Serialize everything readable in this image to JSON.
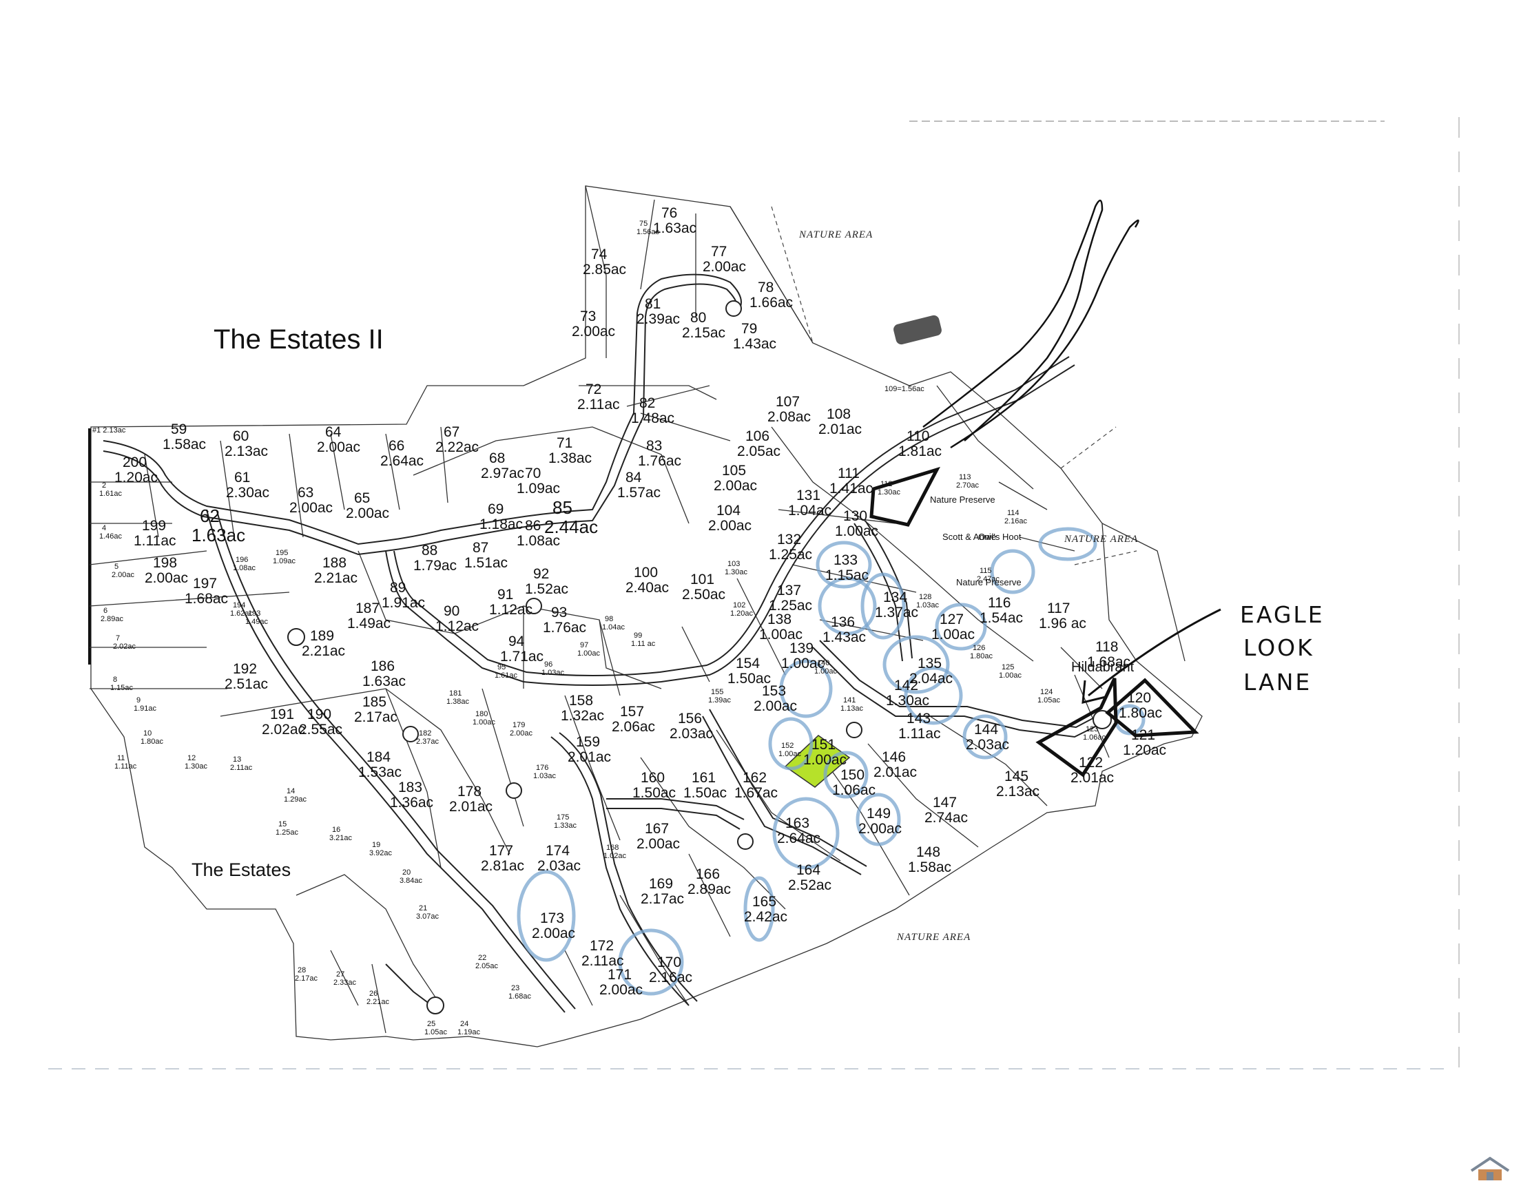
{
  "map": {
    "titles": {
      "estates2": "The Estates II",
      "estates": "The Estates"
    },
    "nature_labels": [
      "NATURE AREA",
      "NATURE AREA",
      "NATURE AREA"
    ],
    "handwritten": [
      "EAGLE",
      "LOOK",
      "LANE"
    ],
    "highlight_color": "#b6e12a",
    "circle_color": "#7aa6cf",
    "lots": [
      {
        "n": "75",
        "a": "1.56ac",
        "size": "small"
      },
      {
        "n": "76",
        "a": "1.63ac"
      },
      {
        "n": "74",
        "a": "2.85ac"
      },
      {
        "n": "77",
        "a": "2.00ac"
      },
      {
        "n": "78",
        "a": "1.66ac"
      },
      {
        "n": "81",
        "a": "2.39ac"
      },
      {
        "n": "80",
        "a": "2.15ac"
      },
      {
        "n": "79",
        "a": "1.43ac"
      },
      {
        "n": "73",
        "a": "2.00ac"
      },
      {
        "n": "72",
        "a": "2.11ac"
      },
      {
        "n": "82",
        "a": "1.48ac"
      },
      {
        "n": "107",
        "a": "2.08ac"
      },
      {
        "n": "108",
        "a": "2.01ac"
      },
      {
        "n": "109=1.56ac",
        "a": "",
        "size": "small"
      },
      {
        "n": "106",
        "a": "2.05ac"
      },
      {
        "n": "110",
        "a": "1.81ac"
      },
      {
        "n": "59",
        "a": "1.58ac"
      },
      {
        "n": "60",
        "a": "2.13ac"
      },
      {
        "n": "64",
        "a": "2.00ac"
      },
      {
        "n": "66",
        "a": "2.64ac"
      },
      {
        "n": "67",
        "a": "2.22ac"
      },
      {
        "n": "68",
        "a": "2.97ac"
      },
      {
        "n": "71",
        "a": "1.38ac"
      },
      {
        "n": "83",
        "a": "1.76ac"
      },
      {
        "n": "105",
        "a": "2.00ac"
      },
      {
        "n": "111",
        "a": "1.41ac"
      },
      {
        "n": "112",
        "a": "1.30ac",
        "size": "small"
      },
      {
        "n": "113",
        "a": "2.70ac",
        "size": "small"
      },
      {
        "n": "200",
        "a": "1.20ac"
      },
      {
        "n": "2",
        "a": "1.61ac",
        "size": "small"
      },
      {
        "n": "61",
        "a": "2.30ac"
      },
      {
        "n": "63",
        "a": "2.00ac"
      },
      {
        "n": "65",
        "a": "2.00ac"
      },
      {
        "n": "70",
        "a": "1.09ac"
      },
      {
        "n": "84",
        "a": "1.57ac"
      },
      {
        "n": "69",
        "a": "1.18ac"
      },
      {
        "n": "104",
        "a": "2.00ac"
      },
      {
        "n": "131",
        "a": "1.04ac"
      },
      {
        "n": "130",
        "a": "1.00ac"
      },
      {
        "n": "114",
        "a": "2.16ac",
        "size": "small"
      },
      {
        "n": "4",
        "a": "1.46ac",
        "size": "small"
      },
      {
        "n": "199",
        "a": "1.11ac"
      },
      {
        "n": "62",
        "a": "1.63ac",
        "size": "big"
      },
      {
        "n": "85",
        "a": "2.44ac",
        "size": "big"
      },
      {
        "n": "86",
        "a": "1.08ac"
      },
      {
        "n": "132",
        "a": "1.25ac"
      },
      {
        "n": "133",
        "a": "1.15ac"
      },
      {
        "n": "5",
        "a": "2.00ac",
        "size": "small"
      },
      {
        "n": "198",
        "a": "2.00ac"
      },
      {
        "n": "196",
        "a": "1.08ac",
        "size": "small"
      },
      {
        "n": "195",
        "a": "1.09ac",
        "size": "small"
      },
      {
        "n": "188",
        "a": "2.21ac"
      },
      {
        "n": "88",
        "a": "1.79ac"
      },
      {
        "n": "87",
        "a": "1.51ac"
      },
      {
        "n": "92",
        "a": "1.52ac"
      },
      {
        "n": "100",
        "a": "2.40ac"
      },
      {
        "n": "101",
        "a": "2.50ac"
      },
      {
        "n": "103",
        "a": "1.30ac",
        "size": "small"
      },
      {
        "n": "115",
        "a": "2.47ac",
        "size": "small"
      },
      {
        "n": "197",
        "a": "1.68ac"
      },
      {
        "n": "89",
        "a": "1.91ac"
      },
      {
        "n": "91",
        "a": "1.12ac"
      },
      {
        "n": "93",
        "a": "1.76ac"
      },
      {
        "n": "137",
        "a": "1.25ac"
      },
      {
        "n": "134",
        "a": "1.37ac"
      },
      {
        "n": "128",
        "a": "1.03ac",
        "size": "small"
      },
      {
        "n": "116",
        "a": "1.54ac"
      },
      {
        "n": "117",
        "a": "1.96 ac"
      },
      {
        "n": "6",
        "a": "2.89ac",
        "size": "small"
      },
      {
        "n": "194",
        "a": "1.62ac",
        "size": "small"
      },
      {
        "n": "187",
        "a": "1.49ac"
      },
      {
        "n": "90",
        "a": "1.12ac"
      },
      {
        "n": "102",
        "a": "1.20ac",
        "size": "small"
      },
      {
        "n": "138",
        "a": "1.00ac"
      },
      {
        "n": "136",
        "a": "1.43ac"
      },
      {
        "n": "127",
        "a": "1.00ac"
      },
      {
        "n": "98",
        "a": "1.04ac",
        "size": "small"
      },
      {
        "n": "193",
        "a": "1.49ac",
        "size": "small"
      },
      {
        "n": "189",
        "a": "2.21ac"
      },
      {
        "n": "94",
        "a": "1.71ac"
      },
      {
        "n": "99",
        "a": "1.11 ac",
        "size": "small"
      },
      {
        "n": "7",
        "a": "2.02ac",
        "size": "small"
      },
      {
        "n": "186",
        "a": "1.63ac"
      },
      {
        "n": "97",
        "a": "1.00ac",
        "size": "small"
      },
      {
        "n": "139",
        "a": "1.00ac"
      },
      {
        "n": "135",
        "a": "2.04ac"
      },
      {
        "n": "126",
        "a": "1.80ac",
        "size": "small"
      },
      {
        "n": "118",
        "a": "1.68ac"
      },
      {
        "n": "8",
        "a": "1.15ac",
        "size": "small"
      },
      {
        "n": "192",
        "a": "2.51ac"
      },
      {
        "n": "95",
        "a": "1.61ac",
        "size": "small"
      },
      {
        "n": "96",
        "a": "1.03ac",
        "size": "small"
      },
      {
        "n": "154",
        "a": "1.50ac"
      },
      {
        "n": "140",
        "a": "1.00ac",
        "size": "small"
      },
      {
        "n": "125",
        "a": "1.00ac",
        "size": "small"
      },
      {
        "n": "9",
        "a": "1.91ac",
        "size": "small"
      },
      {
        "n": "181",
        "a": "1.38ac",
        "size": "small"
      },
      {
        "n": "155",
        "a": "1.39ac",
        "size": "small"
      },
      {
        "n": "141",
        "a": "1.13ac",
        "size": "small"
      },
      {
        "n": "142",
        "a": "1.30ac"
      },
      {
        "n": "124",
        "a": "1.05ac",
        "size": "small"
      },
      {
        "n": "191",
        "a": "2.02ac"
      },
      {
        "n": "190",
        "a": "2.55ac"
      },
      {
        "n": "185",
        "a": "2.17ac"
      },
      {
        "n": "180",
        "a": "1.00ac",
        "size": "small"
      },
      {
        "n": "158",
        "a": "1.32ac"
      },
      {
        "n": "157",
        "a": "2.06ac"
      },
      {
        "n": "156",
        "a": "2.03ac"
      },
      {
        "n": "153",
        "a": "2.00ac"
      },
      {
        "n": "120",
        "a": "1.80ac"
      },
      {
        "n": "10",
        "a": "1.80ac",
        "size": "small"
      },
      {
        "n": "182",
        "a": "2.37ac",
        "size": "small"
      },
      {
        "n": "179",
        "a": "2.00ac",
        "size": "small"
      },
      {
        "n": "143",
        "a": "1.11ac"
      },
      {
        "n": "144",
        "a": "2.03ac"
      },
      {
        "n": "123",
        "a": "1.06ac",
        "size": "small"
      },
      {
        "n": "121",
        "a": "1.20ac"
      },
      {
        "n": "11",
        "a": "1.11ac",
        "size": "small"
      },
      {
        "n": "12",
        "a": "1.30ac",
        "size": "small"
      },
      {
        "n": "13",
        "a": "2.11ac",
        "size": "small"
      },
      {
        "n": "159",
        "a": "2.01ac"
      },
      {
        "n": "152",
        "a": "1.00ac",
        "size": "small"
      },
      {
        "n": "151",
        "a": "1.00ac"
      },
      {
        "n": "146",
        "a": "2.01ac"
      },
      {
        "n": "122",
        "a": "2.01ac"
      },
      {
        "n": "184",
        "a": "1.53ac"
      },
      {
        "n": "176",
        "a": "1.03ac",
        "size": "small"
      },
      {
        "n": "160",
        "a": "1.50ac"
      },
      {
        "n": "161",
        "a": "1.50ac"
      },
      {
        "n": "162",
        "a": "1.67ac"
      },
      {
        "n": "150",
        "a": "1.06ac"
      },
      {
        "n": "145",
        "a": "2.13ac"
      },
      {
        "n": "14",
        "a": "1.29ac",
        "size": "small"
      },
      {
        "n": "183",
        "a": "1.36ac"
      },
      {
        "n": "178",
        "a": "2.01ac"
      },
      {
        "n": "147",
        "a": "2.74ac"
      },
      {
        "n": "149",
        "a": "2.00ac"
      },
      {
        "n": "15",
        "a": "1.25ac",
        "size": "small"
      },
      {
        "n": "16",
        "a": "3.21ac",
        "size": "small"
      },
      {
        "n": "175",
        "a": "1.33ac",
        "size": "small"
      },
      {
        "n": "163",
        "a": "2.64ac"
      },
      {
        "n": "167",
        "a": "2.00ac"
      },
      {
        "n": "19",
        "a": "3.92ac",
        "size": "small"
      },
      {
        "n": "168",
        "a": "1.02ac",
        "size": "small"
      },
      {
        "n": "177",
        "a": "2.81ac"
      },
      {
        "n": "174",
        "a": "2.03ac"
      },
      {
        "n": "148",
        "a": "1.58ac"
      },
      {
        "n": "20",
        "a": "3.84ac",
        "size": "small"
      },
      {
        "n": "166",
        "a": "2.89ac"
      },
      {
        "n": "164",
        "a": "2.52ac"
      },
      {
        "n": "169",
        "a": "2.17ac"
      },
      {
        "n": "21",
        "a": "3.07ac",
        "size": "small"
      },
      {
        "n": "173",
        "a": "2.00ac"
      },
      {
        "n": "172",
        "a": "2.11ac"
      },
      {
        "n": "165",
        "a": "2.42ac"
      },
      {
        "n": "170",
        "a": "2.16ac"
      },
      {
        "n": "22",
        "a": "2.05ac",
        "size": "small"
      },
      {
        "n": "28",
        "a": "2.17ac",
        "size": "small"
      },
      {
        "n": "27",
        "a": "2.33ac",
        "size": "small"
      },
      {
        "n": "26",
        "a": "2.21ac",
        "size": "small"
      },
      {
        "n": "171",
        "a": "2.00ac"
      },
      {
        "n": "23",
        "a": "1.68ac",
        "size": "small"
      },
      {
        "n": "25",
        "a": "1.05ac",
        "size": "small"
      },
      {
        "n": "24",
        "a": "1.19ac",
        "size": "small"
      }
    ],
    "extra_text": {
      "lot1": "#1 2.13ac",
      "nature_preserve_1": "Nature Preserve",
      "scott_annie": "Scott & Annie",
      "owls_hoot": "Owl's Hoot",
      "nature_preserve_2": "Nature Preserve",
      "hildabrant": "Hildabrant"
    }
  }
}
